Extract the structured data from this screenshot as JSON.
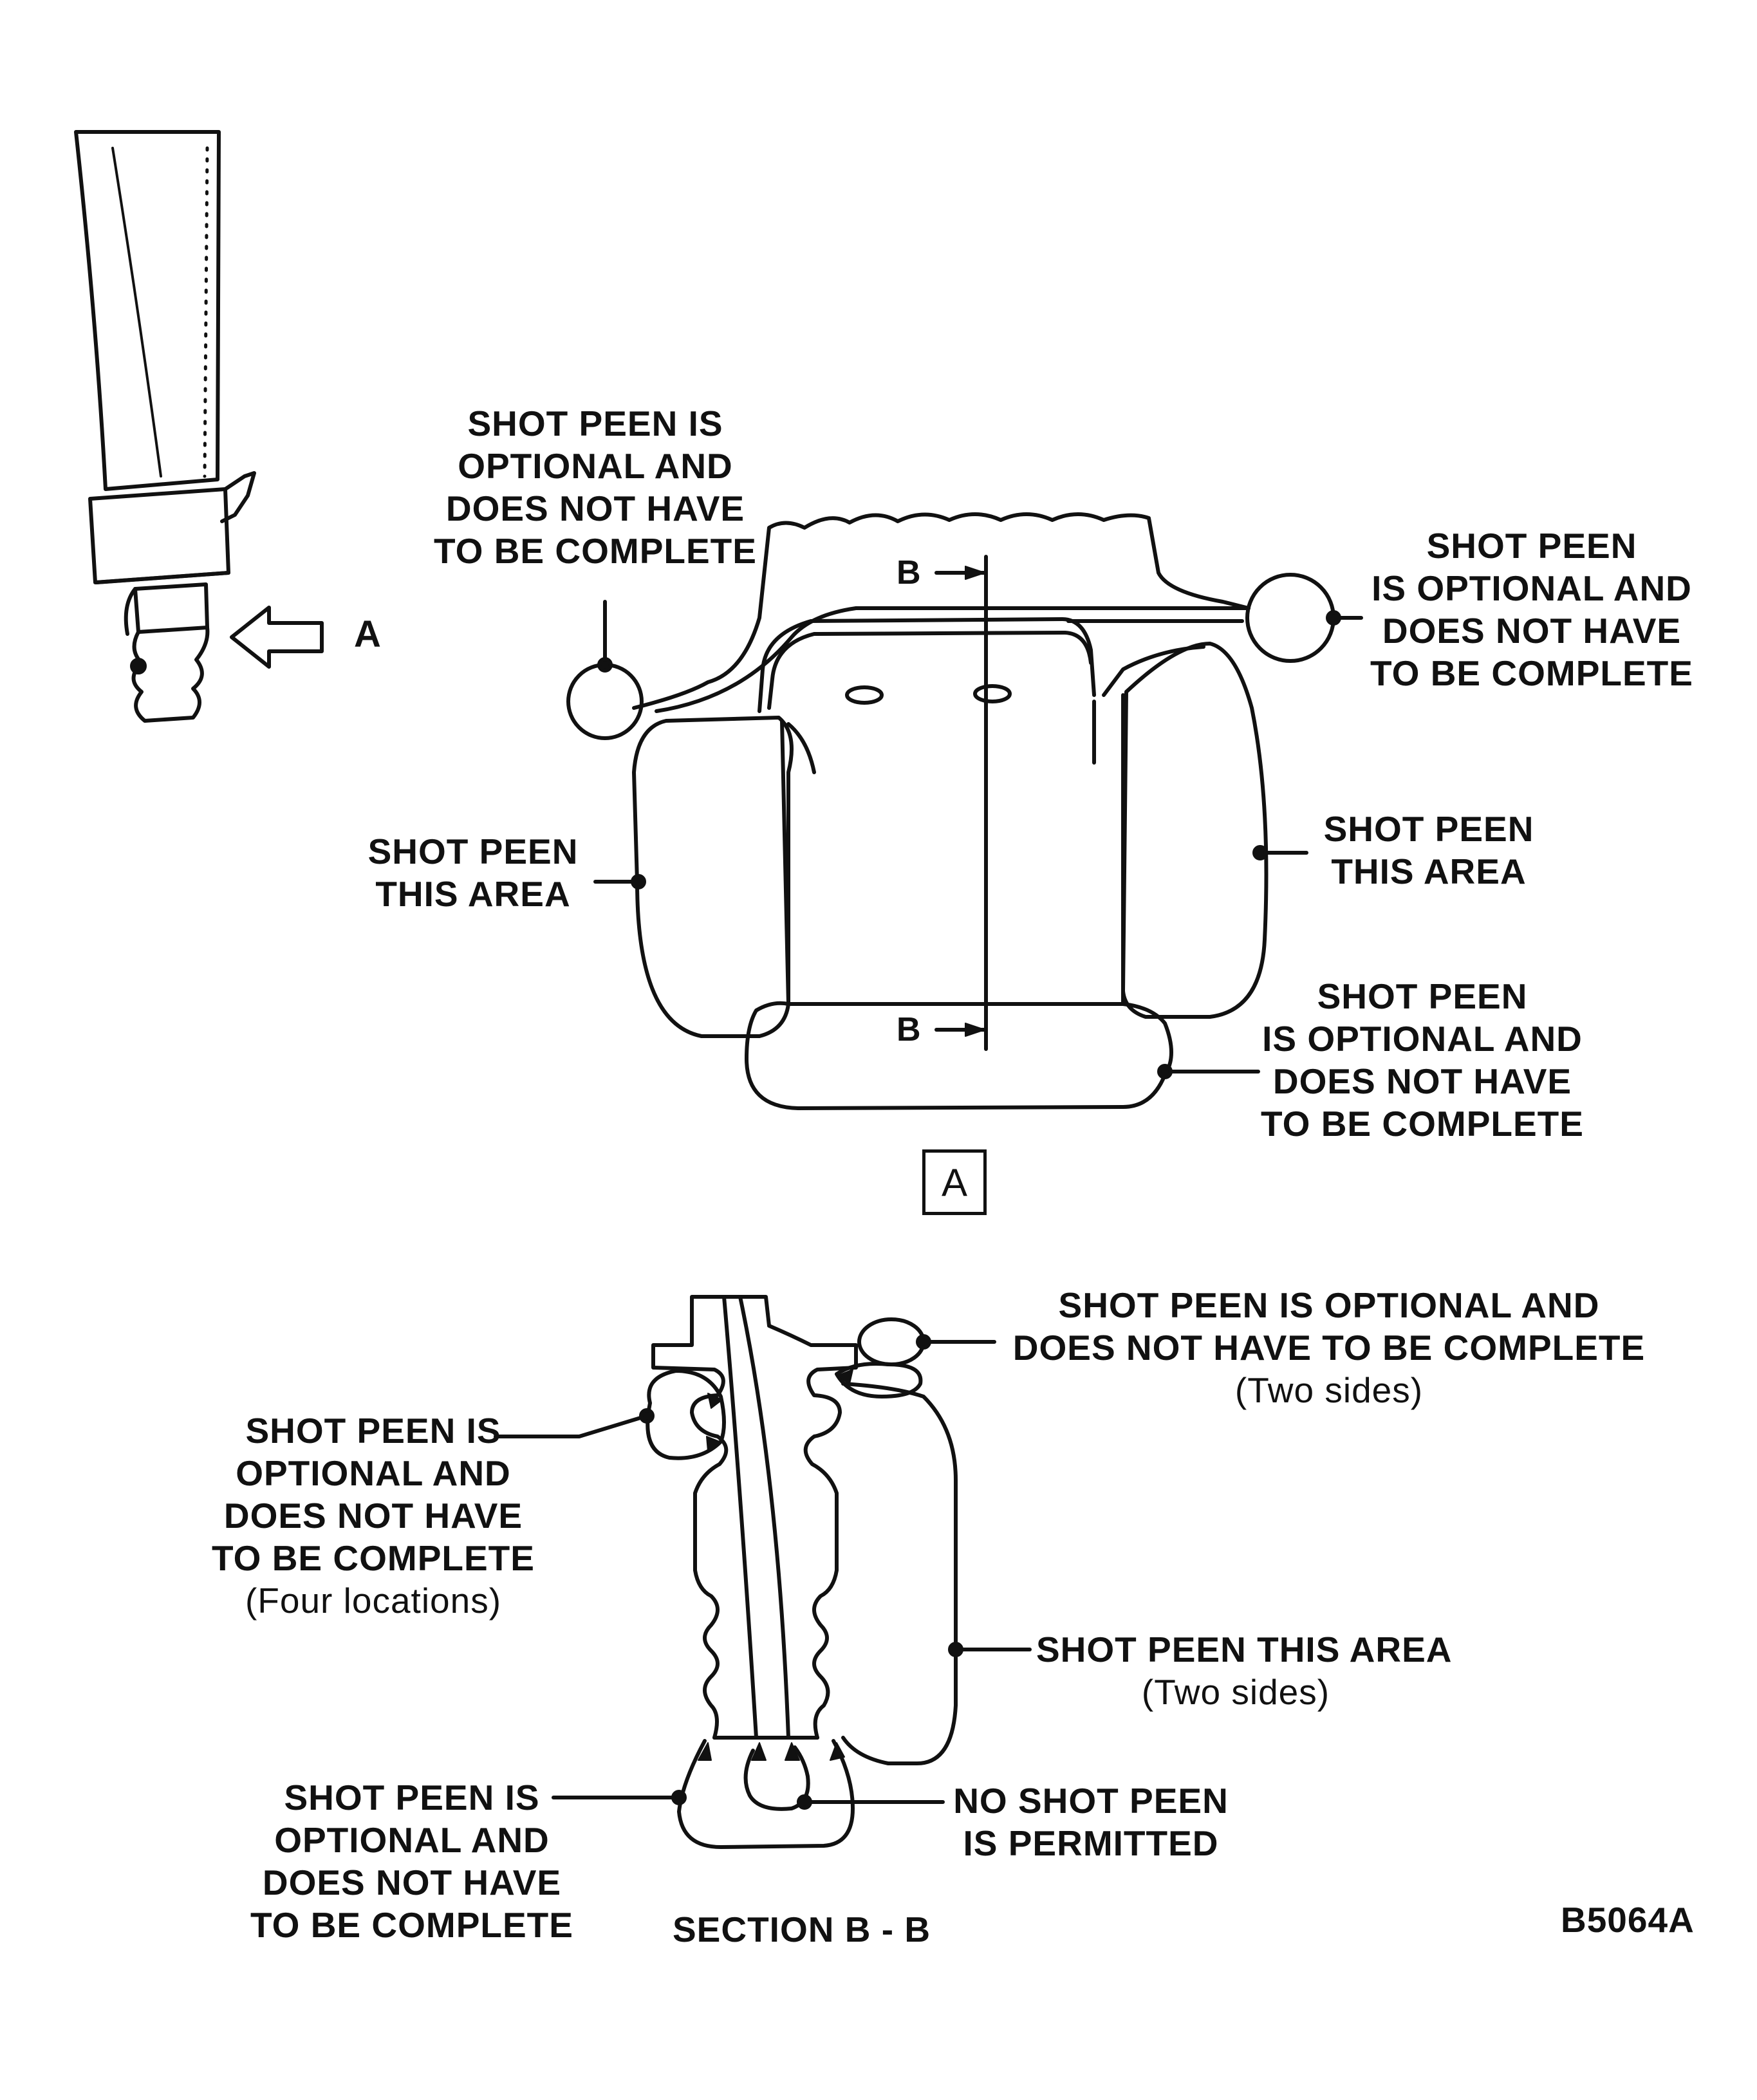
{
  "view_marker": "A",
  "section_marker": "B",
  "view_box_label": "A",
  "section_title": "SECTION B - B",
  "figure_number": "B5064A",
  "view_a": {
    "top_left": [
      "SHOT PEEN IS",
      "OPTIONAL AND",
      "DOES NOT HAVE",
      "TO BE COMPLETE"
    ],
    "top_right": [
      "SHOT PEEN",
      "IS OPTIONAL AND",
      "DOES NOT HAVE",
      "TO BE COMPLETE"
    ],
    "mid_left": [
      "SHOT PEEN",
      "THIS AREA"
    ],
    "mid_right": [
      "SHOT PEEN",
      "THIS AREA"
    ],
    "bottom_right": [
      "SHOT PEEN",
      "IS OPTIONAL AND",
      "DOES NOT HAVE",
      "TO BE COMPLETE"
    ]
  },
  "section_bb": {
    "top_right": [
      "SHOT PEEN IS OPTIONAL AND",
      "DOES NOT HAVE TO BE COMPLETE",
      "(Two sides)"
    ],
    "left": [
      "SHOT PEEN IS",
      "OPTIONAL AND",
      "DOES NOT HAVE",
      "TO BE COMPLETE",
      "(Four locations)"
    ],
    "right": [
      "SHOT PEEN THIS AREA",
      "(Two sides)"
    ],
    "bottom_left": [
      "SHOT PEEN IS",
      "OPTIONAL AND",
      "DOES NOT HAVE",
      "TO BE COMPLETE"
    ],
    "bottom_right": [
      "NO SHOT PEEN",
      "IS PERMITTED"
    ]
  }
}
